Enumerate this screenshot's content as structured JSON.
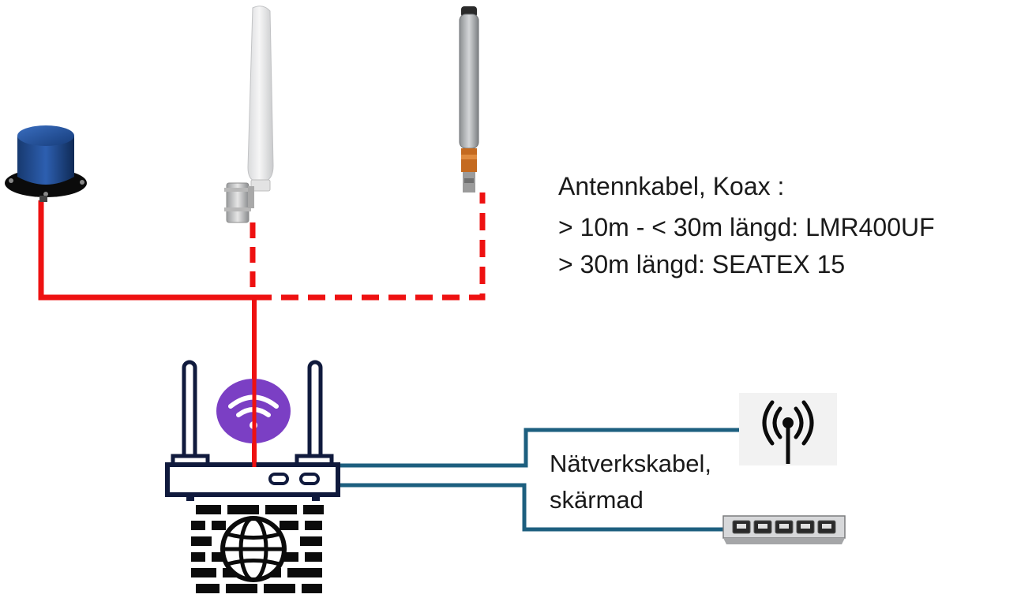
{
  "antenna_cable": {
    "heading": "Antennkabel, Koax :",
    "lines": [
      "> 10m - < 30m längd: LMR400UF",
      "> 30m längd: SEATEX 15"
    ]
  },
  "network_cable": {
    "lines": [
      "Nätverkskabel,",
      "skärmad"
    ]
  },
  "colors": {
    "coax": "#ee1111",
    "network": "#1d5f7f",
    "router": "#101a3d",
    "wifi_badge": "#7b3fc4",
    "gnss_antenna": "#1f4f9a"
  },
  "icons": {
    "gnss_antenna": "gnss-puck-antenna-icon",
    "lte_antenna": "lte-panel-antenna-icon",
    "whip_antenna": "omni-whip-antenna-icon",
    "router": "router-icon",
    "wifi": "wifi-icon",
    "firewall": "firewall-globe-icon",
    "access_point": "wireless-access-point-icon",
    "switch": "network-switch-icon"
  }
}
